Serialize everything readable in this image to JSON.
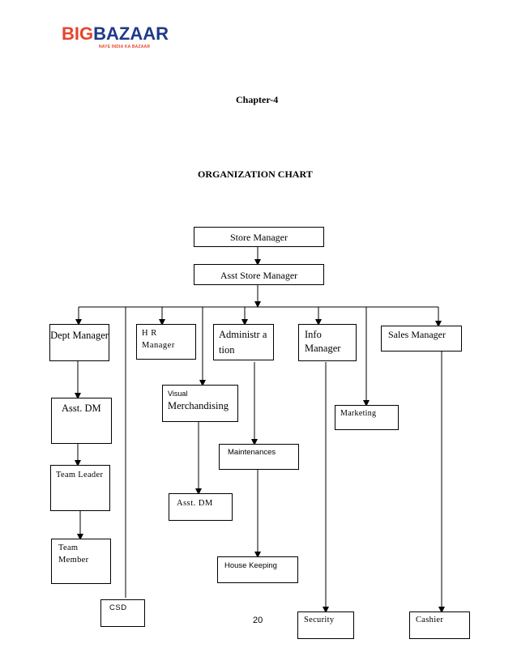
{
  "logo": {
    "word1": "BIG",
    "word2": "BAZAAR",
    "tagline": "NAYE INDIA KA BAZAAR"
  },
  "chapter": "Chapter-4",
  "title": "ORGANIZATION CHART",
  "boxes": {
    "store_manager": "Store Manager",
    "asst_store_manager": "Asst Store Manager",
    "dept_manager": "Dept Manager",
    "hr_manager": "H R Manager",
    "administration": "Administr ation",
    "info_manager": "Info Manager",
    "sales_manager": "Sales Manager",
    "asst_dm_left": "Asst. DM",
    "visual_merch_line1": "Visual",
    "visual_merch_line2": "Merchandising",
    "marketing": "Marketing",
    "maintenances": "Maintenances",
    "team_leader": "Team Leader",
    "asst_dm_mid": "Asst. DM",
    "team_member": "Team Member",
    "house_keeping": "House Keeping",
    "csd": "CSD",
    "security": "Security",
    "cashier": "Cashier"
  },
  "page_number": "20"
}
